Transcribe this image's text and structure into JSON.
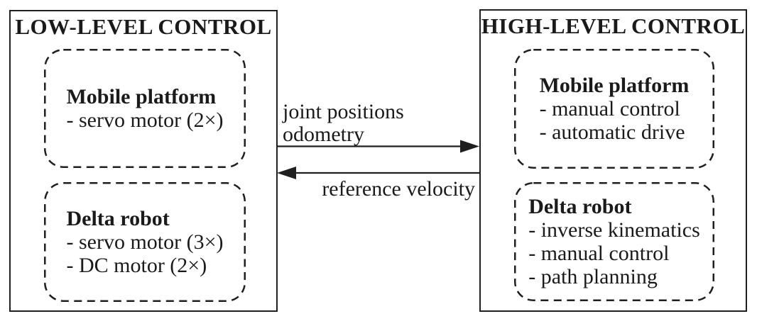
{
  "colors": {
    "ink": "#1a1a1a",
    "background": "#ffffff"
  },
  "panels": {
    "low": {
      "title": "LOW-LEVEL CONTROL",
      "groups": [
        {
          "title": "Mobile platform",
          "items": [
            "- servo motor (2×)"
          ]
        },
        {
          "title": "Delta robot",
          "items": [
            "- servo motor (3×)",
            "- DC motor (2×)"
          ]
        }
      ]
    },
    "high": {
      "title": "HIGH-LEVEL CONTROL",
      "groups": [
        {
          "title": "Mobile platform",
          "items": [
            "- manual control",
            "- automatic drive"
          ]
        },
        {
          "title": "Delta robot",
          "items": [
            "- inverse kinematics",
            "- manual control",
            "- path planning"
          ]
        }
      ]
    }
  },
  "arrows": {
    "low_to_high": {
      "direction": "right",
      "labels": [
        "joint positions",
        "odometry"
      ]
    },
    "high_to_low": {
      "direction": "left",
      "labels": [
        "reference velocity"
      ]
    }
  }
}
